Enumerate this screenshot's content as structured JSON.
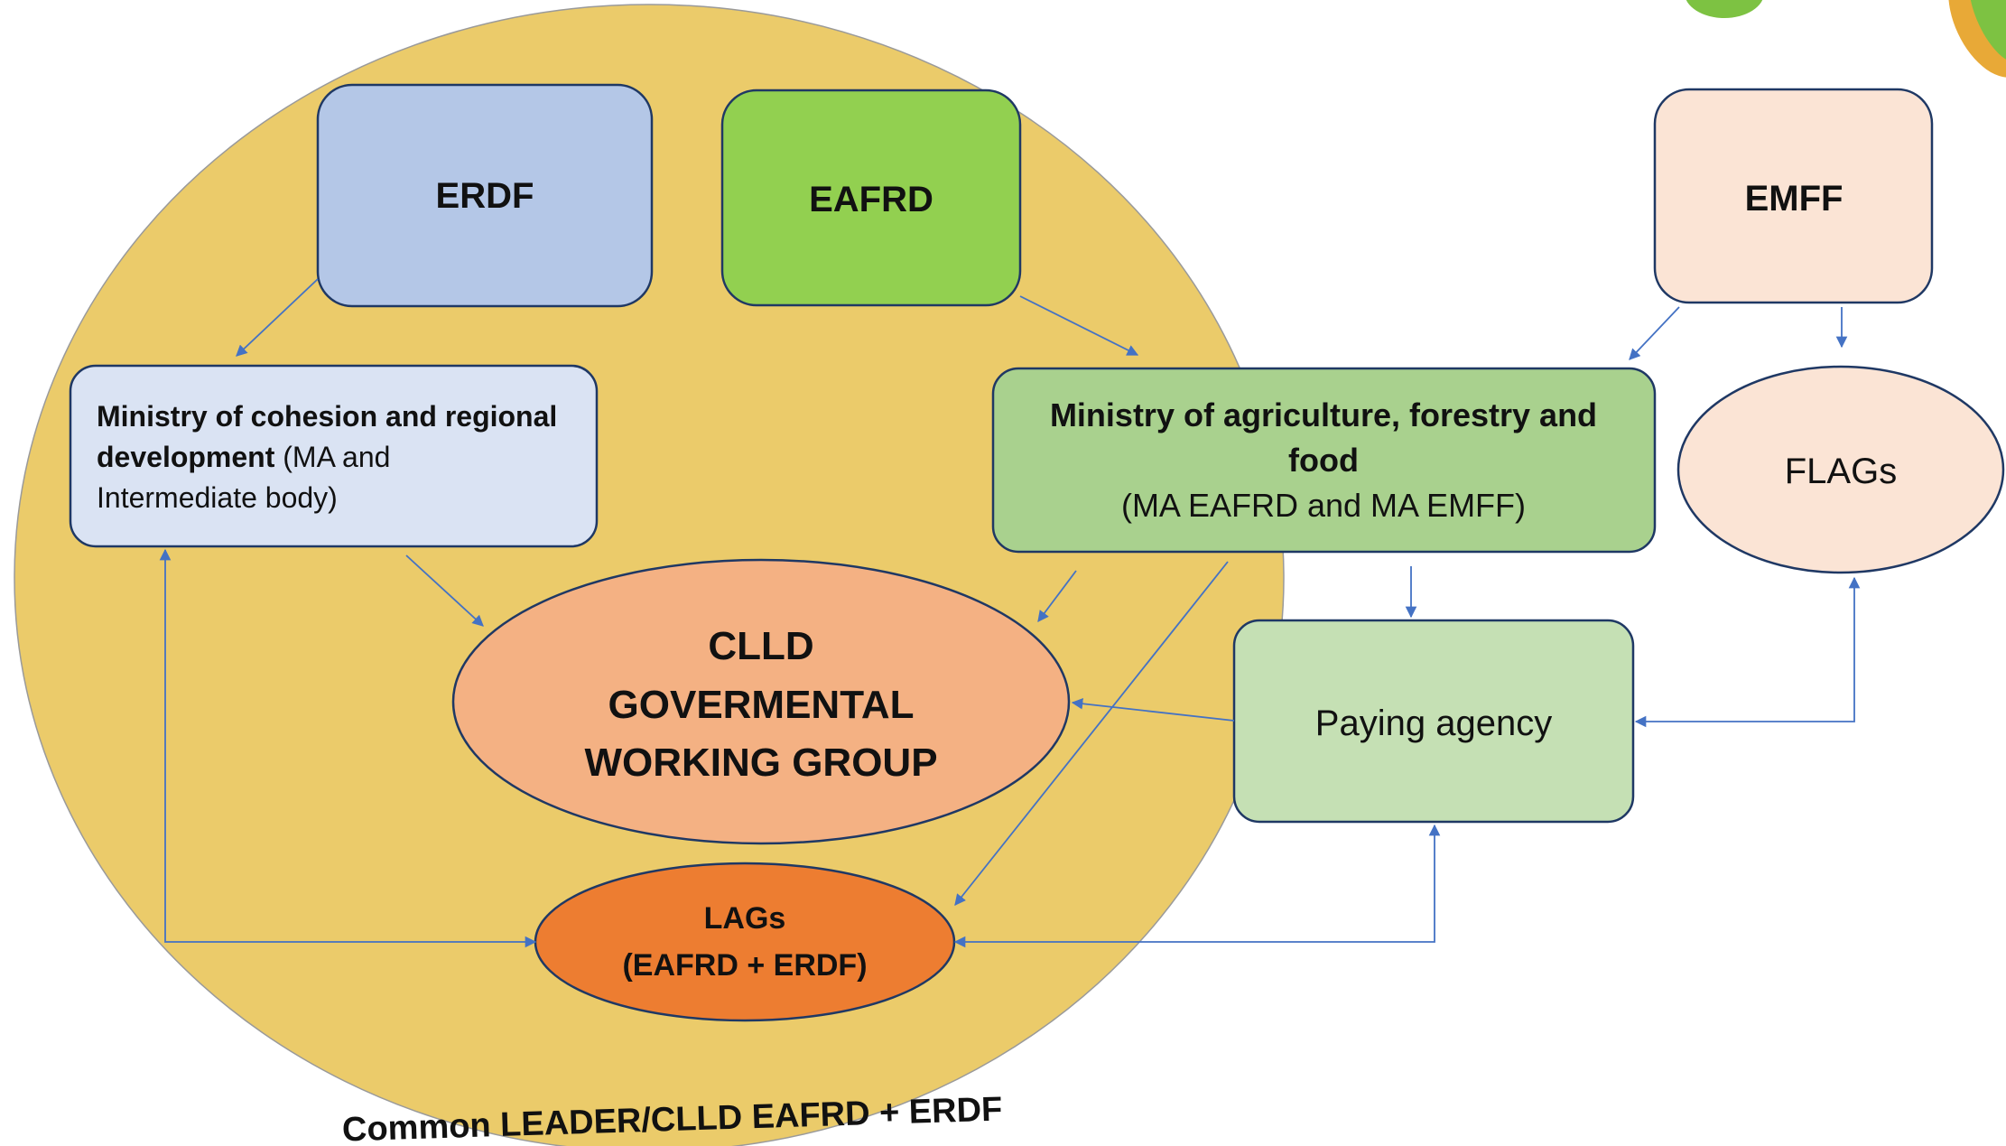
{
  "nodes": {
    "erdf": {
      "label": "ERDF"
    },
    "eafrd": {
      "label": "EAFRD"
    },
    "emff": {
      "label": "EMFF"
    },
    "ministry_cohesion": {
      "line1": "Ministry of cohesion and regional",
      "line2_bold": "development",
      "line2_rest": " (MA and",
      "line3": "Intermediate body)"
    },
    "ministry_agriculture": {
      "line1": "Ministry of agriculture, forestry and",
      "line2": "food",
      "line3": "(MA EAFRD and MA EMFF)"
    },
    "flags": {
      "label": "FLAGs"
    },
    "clld_group": {
      "line1": "CLLD",
      "line2": "GOVERMENTAL",
      "line3": "WORKING GROUP"
    },
    "paying_agency": {
      "label": "Paying agency"
    },
    "lags": {
      "line1": "LAGs",
      "line2": "(EAFRD + ERDF)"
    }
  },
  "region_label": "Common LEADER/CLLD EAFRD + ERDF",
  "colors": {
    "region_fill": "#EBCB6A",
    "erdf_fill": "#B4C7E7",
    "eafrd_fill": "#92D050",
    "emff_fill": "#FBE4D5",
    "ministry_cohesion_fill": "#DAE3F3",
    "ministry_agriculture_fill": "#A9D18E",
    "flags_fill": "#FBE4D5",
    "clld_fill": "#F4B183",
    "paying_agency_fill": "#C5E0B4",
    "lags_fill": "#ED7D31",
    "stroke": "#2F4F8F",
    "arrow": "#4472C4",
    "leaf": "#7DC242"
  }
}
